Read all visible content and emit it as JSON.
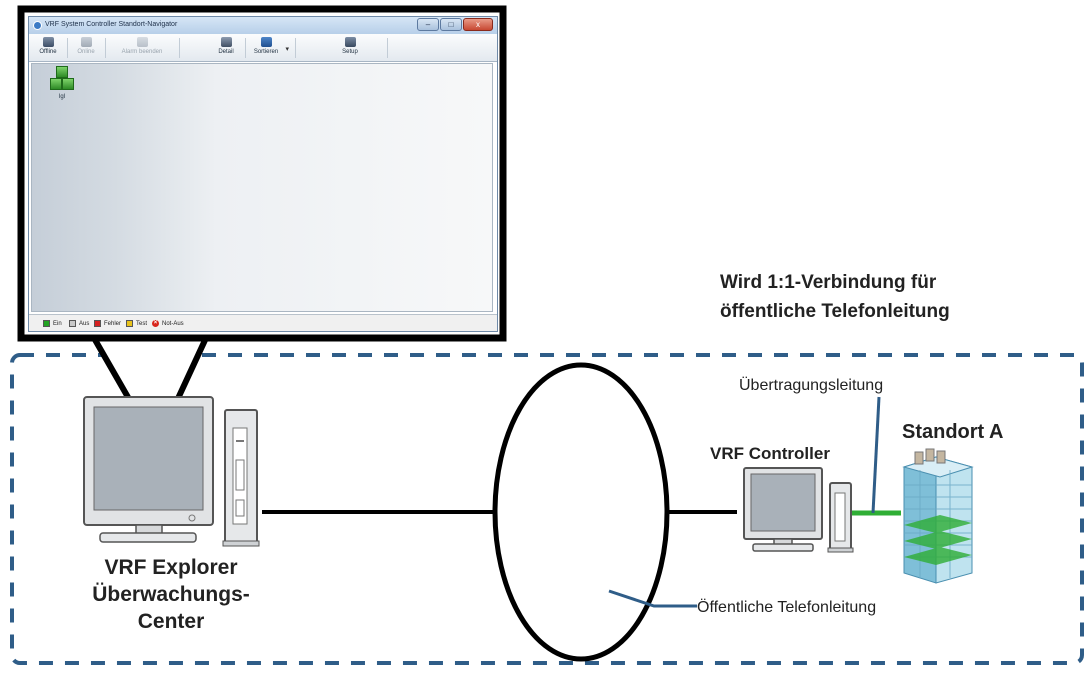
{
  "window": {
    "title": "VRF System Controller Standort-Navigator",
    "controls": {
      "minimize": "–",
      "maximize": "□",
      "close": "x"
    },
    "toolbar": [
      {
        "label": "Offline",
        "icon": "offline-icon",
        "enabled": true
      },
      {
        "label": "Online",
        "icon": "online-icon",
        "enabled": false
      },
      {
        "label": "Alarm beenden",
        "icon": "alarm-icon",
        "enabled": false
      },
      {
        "label": "Detail",
        "icon": "printer-icon",
        "enabled": true
      },
      {
        "label": "Sortieren",
        "icon": "sort-icon",
        "enabled": true
      },
      {
        "label": "Setup",
        "icon": "setup-icon",
        "enabled": true
      }
    ],
    "site": {
      "label": "lgl",
      "icon": "building-cubes-icon"
    },
    "legend": [
      {
        "label": "Ein",
        "color": "#22a322"
      },
      {
        "label": "Aus",
        "color": "#c8c8c8"
      },
      {
        "label": "Fehler",
        "color": "#d42020"
      },
      {
        "label": "Test",
        "color": "#e8c21a"
      },
      {
        "label": "Not-Aus",
        "color": "#d8261d"
      }
    ]
  },
  "diagram": {
    "heading_line1": "Wird 1:1-Verbindung für",
    "heading_line2": "öffentliche Telefonleitung",
    "explorer_label": [
      "VRF Explorer",
      "Überwachungs-",
      "Center"
    ],
    "controller_label": "VRF Controller",
    "site_label": "Standort A",
    "transmission_line_label": "Übertragungsleitung",
    "phone_line_label": "Öffentliche Telefonleitung",
    "colors": {
      "dashed_border": "#2f5d88",
      "transmission_line": "#2fae35",
      "leader_line": "#2f5d88",
      "connection_line": "#000000"
    }
  }
}
